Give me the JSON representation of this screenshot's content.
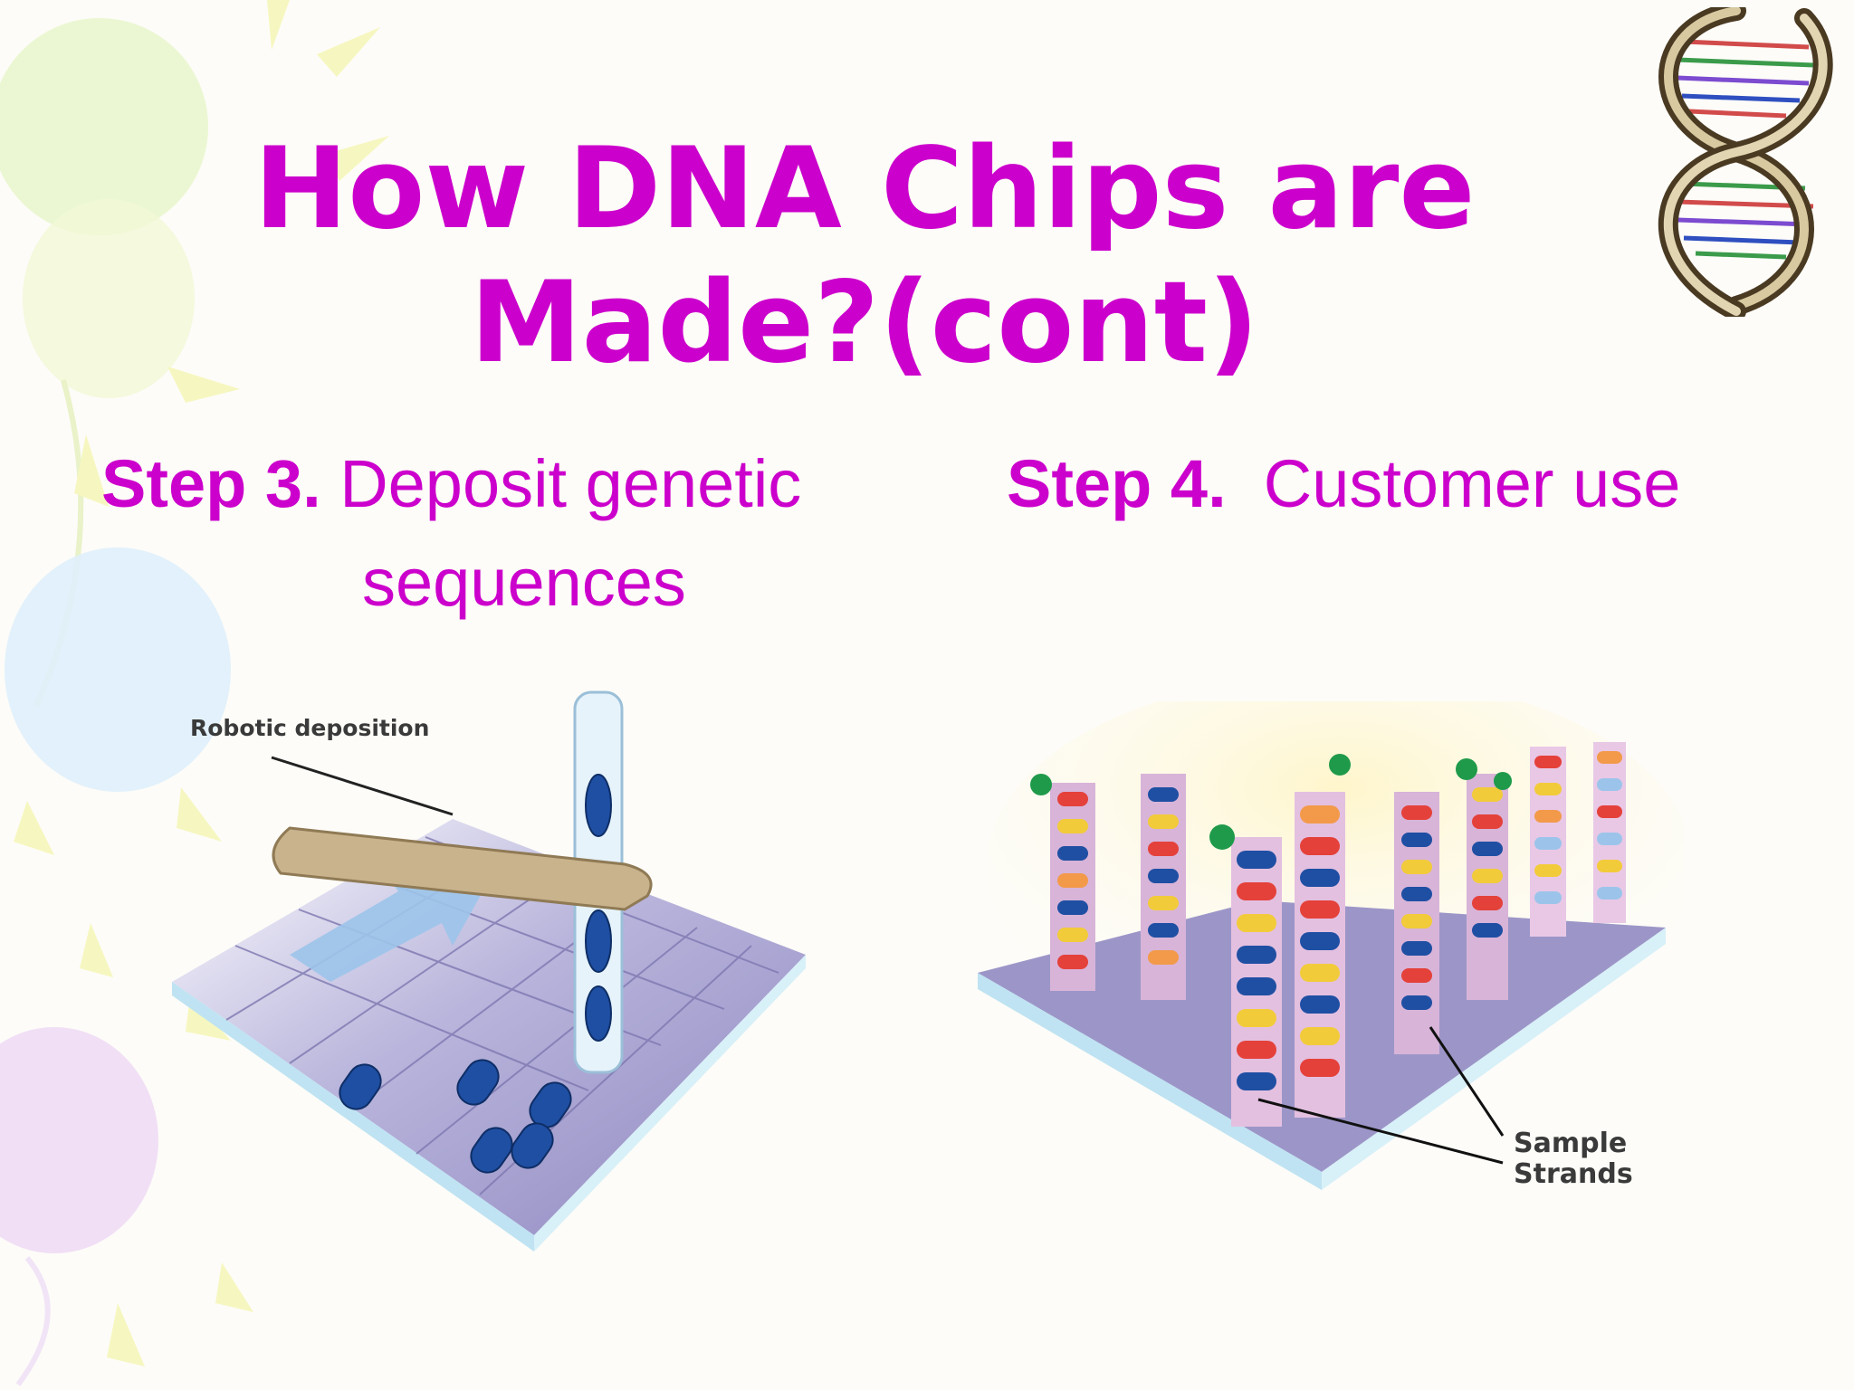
{
  "slide": {
    "title_line1": "How DNA Chips are",
    "title_line2": "Made?(cont)",
    "step3": {
      "label": "Step 3.",
      "text": "Deposit genetic",
      "text_cont": "sequences"
    },
    "step4": {
      "label": "Step 4.",
      "text": "Customer use"
    }
  },
  "figures": {
    "left": {
      "callout": "Robotic deposition"
    },
    "right": {
      "callout_line1": "Sample",
      "callout_line2": "Strands"
    }
  },
  "colors": {
    "title": "#cc00cc",
    "chip_surface": "#9c96c8",
    "chip_edge": "#bfe3f2",
    "probe_blue": "#1f4fa3",
    "nozzle": "#c9b38c"
  },
  "icons": {
    "corner": "dna-helix-icon",
    "background": "balloon-shapes"
  }
}
